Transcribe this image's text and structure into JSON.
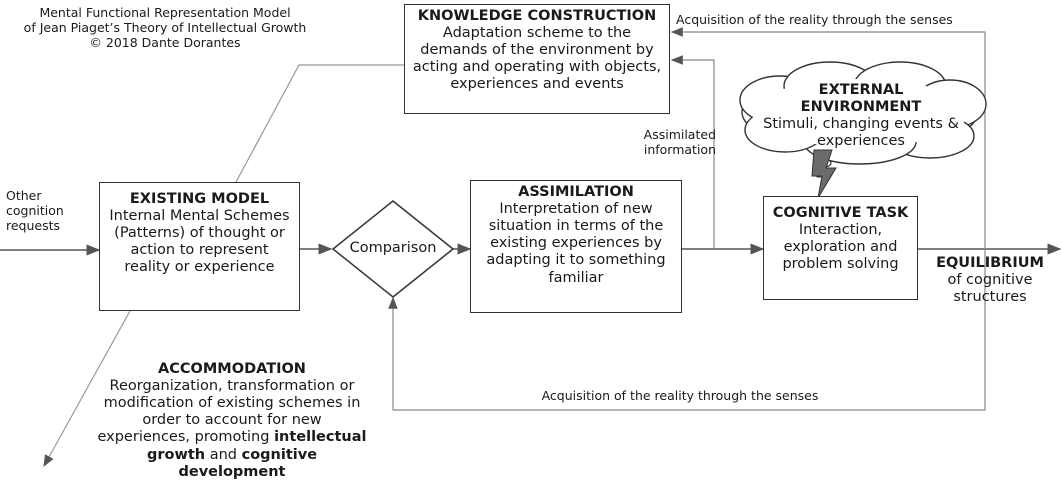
{
  "header": {
    "line1": "Mental Functional Representation Model",
    "line2": "of Jean Piaget’s Theory of Intellectual Growth",
    "line3": "© 2018 Dante Dorantes"
  },
  "knowledge": {
    "title": "KNOWLEDGE CONSTRUCTION",
    "body": "Adaptation scheme to the demands of the environment by acting and operating with objects, experiences and events"
  },
  "top_arrow_label": "Acquisition of the reality through the senses",
  "bottom_arrow_label": "Acquisition of the reality through the senses",
  "environment": {
    "title": "EXTERNAL ENVIRONMENT",
    "body": "Stimuli, changing events & experiences"
  },
  "assimilated": {
    "line1": "Assimilated",
    "line2": "information"
  },
  "other_requests": {
    "line1": "Other",
    "line2": "cognition",
    "line3": "requests"
  },
  "existing_model": {
    "title": "EXISTING MODEL",
    "body": "Internal Mental Schemes (Patterns) of thought or action to represent reality or experience"
  },
  "comparison": "Comparison",
  "assimilation": {
    "title": "ASSIMILATION",
    "body": "Interpretation of new situation in terms of the existing experiences by adapting it to something familiar"
  },
  "cognitive_task": {
    "title": "COGNITIVE TASK",
    "body": "Interaction, exploration and problem solving"
  },
  "equilibrium": {
    "title": "EQUILIBRIUM",
    "body": "of cognitive structures"
  },
  "accommodation": {
    "title": "ACCOMMODATION",
    "body_part1": "Reorganization, transformation or modification of existing schemes in order to account for new experiences, promoting ",
    "bold1": "intellectual growth",
    "body_part2": " and ",
    "bold2": "cognitive development"
  }
}
